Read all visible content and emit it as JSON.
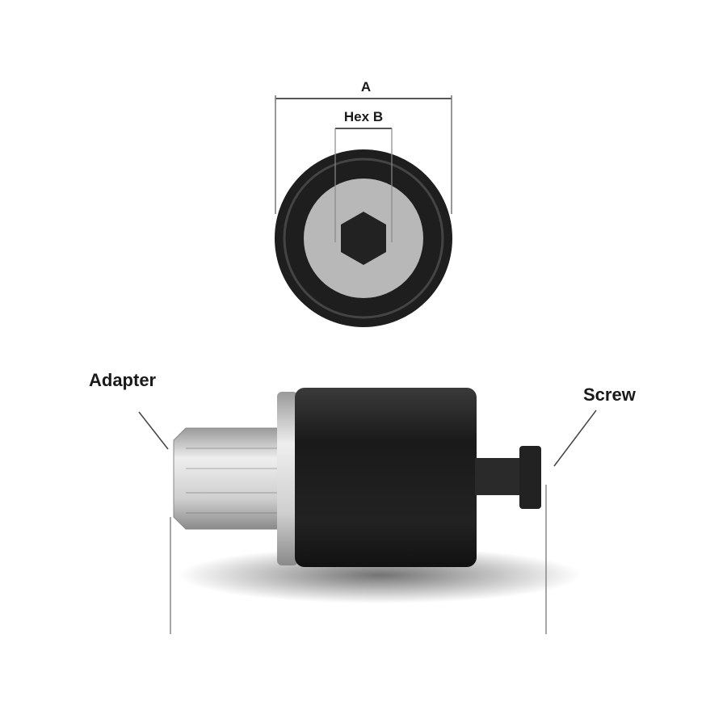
{
  "labels": {
    "dim_a": "A",
    "dim_hex_b": "Hex B",
    "adapter": "Adapter",
    "screw": "Screw"
  },
  "colors": {
    "body": "#1c1c1c",
    "metal": "#bdbdbd",
    "line": "#555555"
  }
}
